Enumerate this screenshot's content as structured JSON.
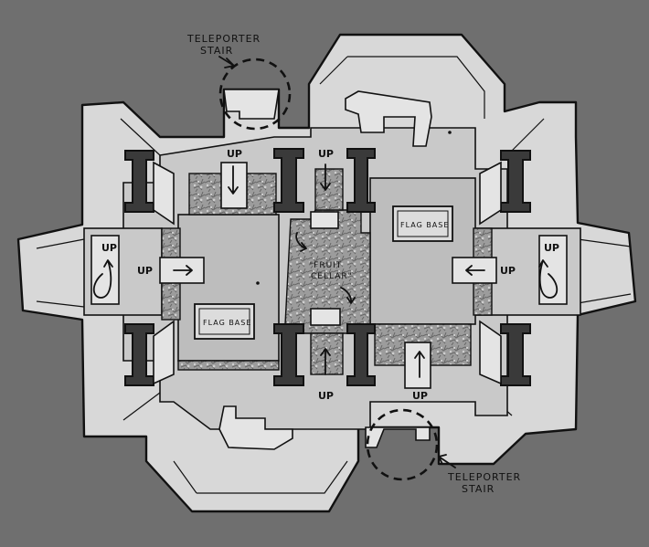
{
  "map": {
    "labels": {
      "teleporter_top": [
        "TELEPORTER",
        "STAIR"
      ],
      "teleporter_bottom": [
        "TELEPORTER",
        "STAIR"
      ],
      "up": "UP",
      "flag_base": "FLAG BASE",
      "fruit_cellar": [
        "\"FRUIT",
        "CELLAR\""
      ]
    },
    "colors": {
      "background": "#6f6f6f",
      "wall": "#d8d8d8",
      "floor": "#c9c9c9",
      "pillar": "#3a3a3a",
      "outline": "#111111"
    }
  }
}
